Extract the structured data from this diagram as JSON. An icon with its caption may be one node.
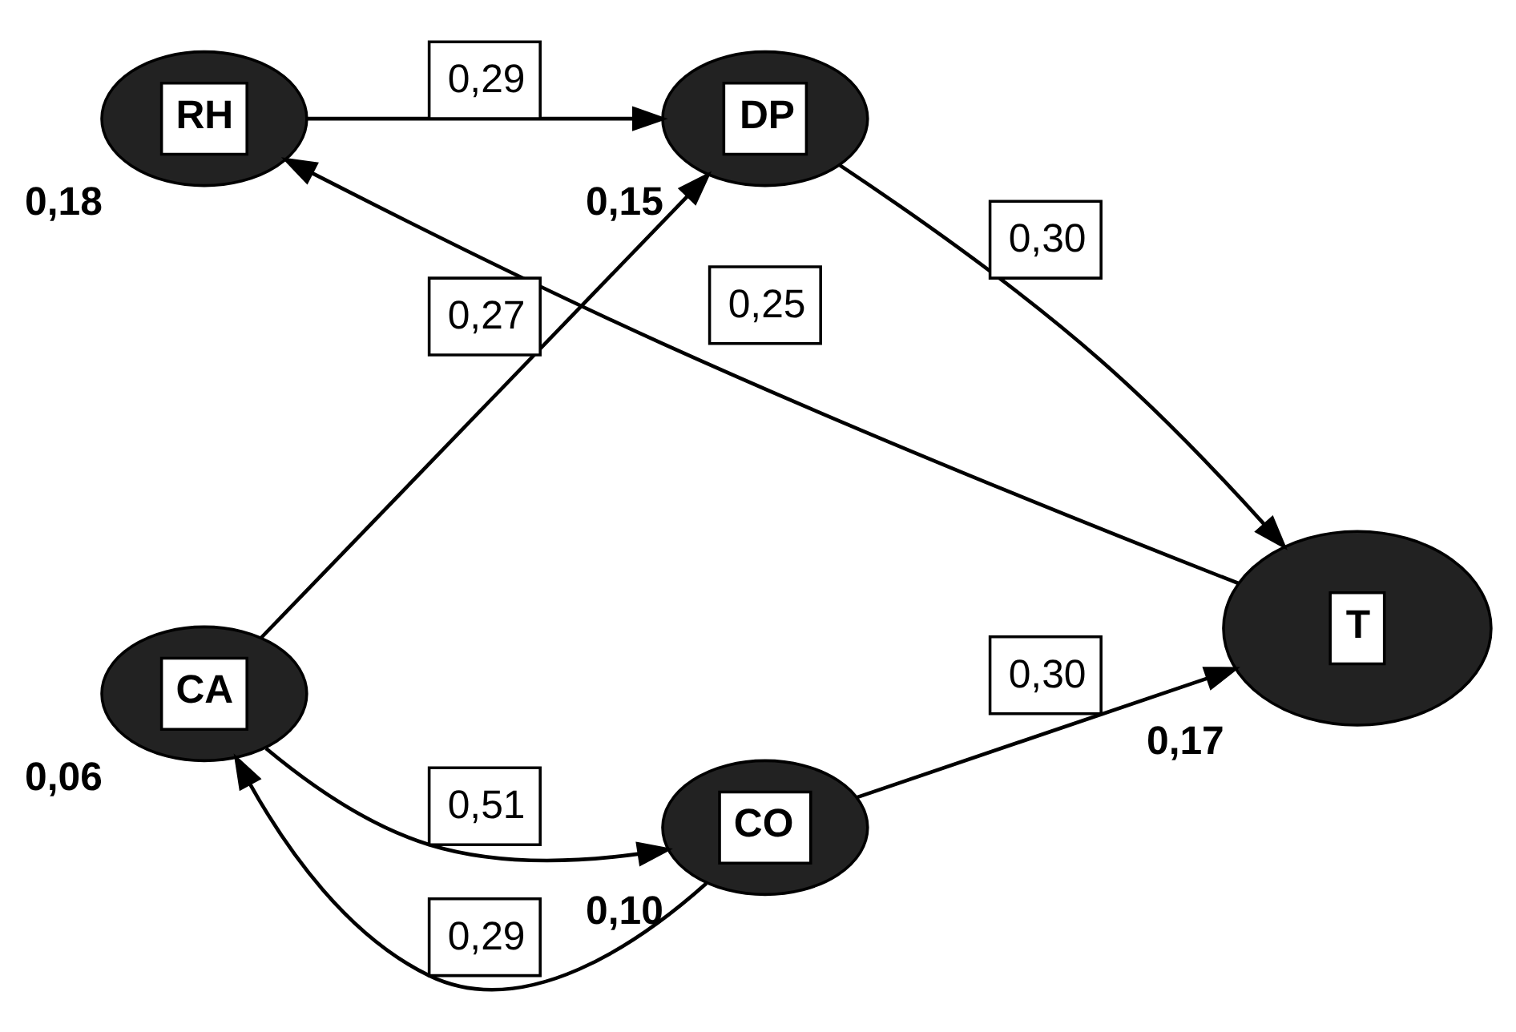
{
  "diagram": {
    "nodes": [
      {
        "text": [
          "RH"
        ],
        "beside": [
          "0,18"
        ]
      },
      {
        "text": [
          "DP"
        ],
        "beside": [
          "0,15"
        ]
      },
      {
        "text": [
          "T"
        ],
        "beside": [
          "0,17"
        ]
      },
      {
        "text": [
          "CA"
        ],
        "beside": [
          "0,06"
        ]
      },
      {
        "text": [
          "CO"
        ],
        "beside": [
          "0,10"
        ]
      }
    ],
    "edges": [
      {
        "from": 3,
        "to": 1,
        "arrow": "to",
        "label": "0,27"
      },
      {
        "from": 1,
        "to": 2,
        "arrow": "to",
        "label": "0,30"
      },
      {
        "from": 0,
        "to": 1,
        "arrow": "to",
        "label": "0,29"
      },
      {
        "from": 2,
        "to": 0,
        "arrow": "to",
        "label": "0,25"
      },
      {
        "from": 3,
        "to": 4,
        "arrow": "to",
        "label": "0,51"
      },
      {
        "from": 4,
        "to": 3,
        "arrow": "to",
        "label": "0,29"
      },
      {
        "from": 4,
        "to": 2,
        "arrow": "to",
        "label": "0,30"
      }
    ]
  }
}
